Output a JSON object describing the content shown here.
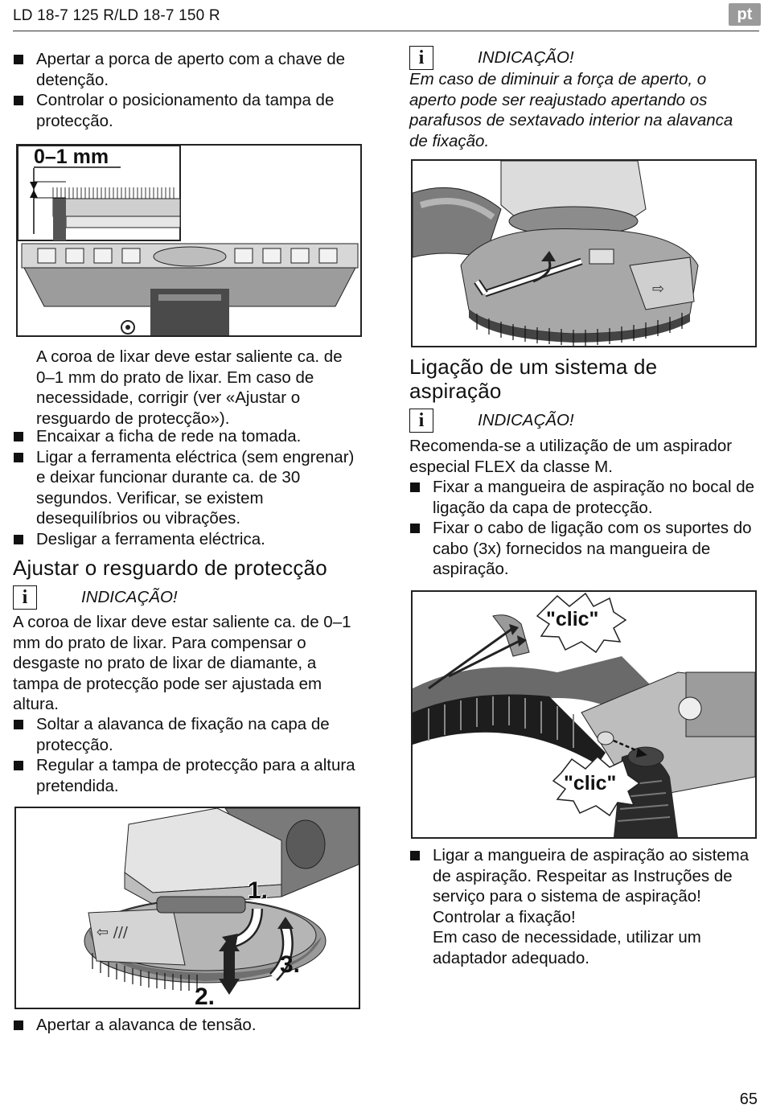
{
  "header": {
    "title": "LD 18-7 125 R/LD 18-7 150 R",
    "lang": "pt"
  },
  "left": {
    "intro_bullets": [
      "Apertar a porca de aperto com a chave de detenção.",
      "Controlar o posicionamento da tampa de protecção."
    ],
    "fig1_label": "0–1 mm",
    "fig1_caption": "A coroa de lixar deve estar saliente ca. de 0–1 mm do prato de lixar. Em caso de necessidade, corrigir (ver «Ajustar o resguardo de protecção»).",
    "bullets2": [
      "Encaixar a ficha de rede na tomada.",
      "Ligar a ferramenta eléctrica (sem engrenar) e deixar funcionar durante ca. de 30 segundos. Verificar, se existem desequilíbrios ou vibrações.",
      "Desligar a ferramenta eléctrica."
    ],
    "section_title": "Ajustar o resguardo de protecção",
    "note_icon": "i",
    "note_title": "INDICAÇÃO!",
    "note_text": "A coroa de lixar deve estar saliente ca. de 0–1 mm do prato de lixar. Para compensar o desgaste no prato de lixar de diamante, a tampa de protecção pode ser ajustada em altura.",
    "bullets3": [
      "Soltar a alavanca de fixação na capa de protecção.",
      "Regular a tampa de protecção para a altura pretendida."
    ],
    "fig3_steps": [
      "1.",
      "2.",
      "3."
    ],
    "final_bullet": "Apertar a alavanca de tensão."
  },
  "right": {
    "note_icon": "i",
    "note_title": "INDICAÇÃO!",
    "note_text": "Em caso de diminuir a força de aperto, o aperto pode ser reajustado apertando os parafusos de sextavado interior na alavanca de fixação.",
    "section_title": "Ligação de um sistema de aspiração",
    "note2_icon": "i",
    "note2_title": "INDICAÇÃO!",
    "note2_text": "Recomenda-se a utilização de um aspirador especial FLEX da classe M.",
    "bullets": [
      "Fixar a mangueira de aspiração no bocal de ligação da capa de protecção.",
      "Fixar o cabo de ligação com os suportes do cabo (3x) fornecidos na mangueira de aspiração."
    ],
    "clic_top": "\"clic\"",
    "clic_bottom": "\"clic\"",
    "final_bullet": "Ligar a mangueira de aspiração ao sistema de aspiração. Respeitar as Instruções de serviço para o sistema de aspiração! Controlar a fixação!",
    "final_text": "Em caso de necessidade, utilizar um adaptador adequado."
  },
  "page_number": "65"
}
